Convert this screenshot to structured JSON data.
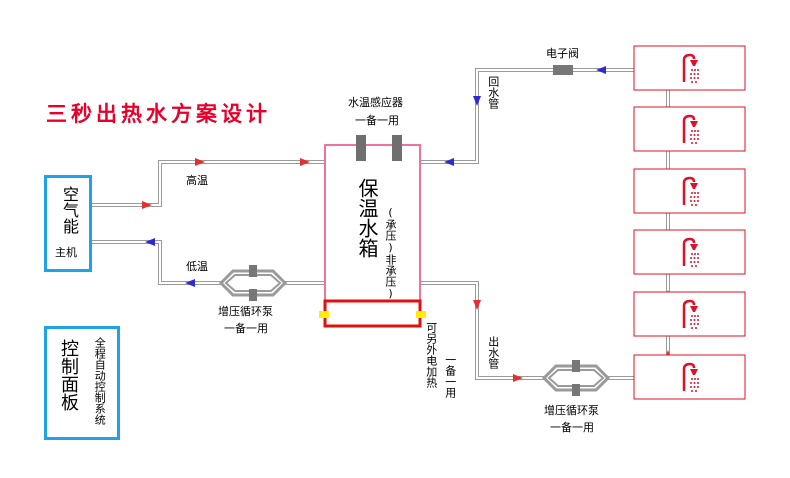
{
  "title": "三秒出热水方案设计",
  "colors": {
    "hot": "#e62e2e",
    "cold": "#2b2bd1",
    "pipe": "#9a9a9a",
    "tank_border": "#f070a0",
    "heater_border": "#e01010",
    "panel_border": "#1fa3e6",
    "shower_border": "#e0102a",
    "heater_marker": "#ffee00"
  },
  "heat_pump": {
    "main": "空气能",
    "sub": "主机"
  },
  "control_panel": {
    "main": "控制面板",
    "sub": "全程自动控制系统"
  },
  "sensor": {
    "name": "水温感应器",
    "spec": "一备一用"
  },
  "tank": {
    "name": "保温水箱",
    "type": "(承压)非承压)"
  },
  "heater": {
    "note": "可另外电加热"
  },
  "pipes": {
    "high_temp": "高温",
    "low_temp": "低温",
    "return_pipe": "回水管",
    "outlet_pipe": "出水管",
    "spare": "一备一用"
  },
  "pump_left": {
    "name": "增压循环泵",
    "spec": "一备一用"
  },
  "pump_right": {
    "name": "增压循环泵",
    "spec": "一备一用"
  },
  "valve": {
    "name": "电子阀"
  },
  "showers": {
    "count": 6,
    "icon": "shower-icon"
  }
}
